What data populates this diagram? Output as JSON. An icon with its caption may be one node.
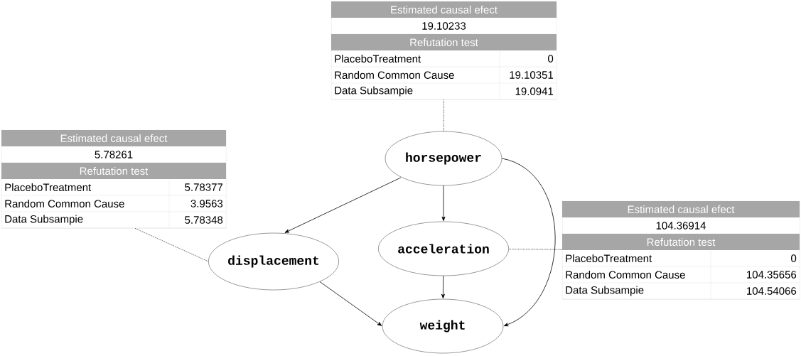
{
  "diagram": {
    "nodes": [
      {
        "text": [
          "Estimated causal efect",
          "19.10233",
          "Refutation test",
          "PlaceboTreatment",
          "0",
          "Random Common Cause",
          "19.10351",
          "Data Subsampie",
          "19.0941"
        ]
      },
      {
        "text": [
          "Estimated causal efect",
          "5.78261",
          "Refutation test",
          "PlaceboTreatment",
          "5.78377",
          "Random Common Cause",
          "3.9563",
          "Data Subsampie",
          "5.78348"
        ]
      },
      {
        "text": [
          "horsepower"
        ]
      },
      {
        "text": [
          "acceleration"
        ]
      },
      {
        "text": [
          "displacement"
        ]
      },
      {
        "text": [
          "weight"
        ]
      },
      {
        "text": [
          "Estimated causal efect",
          "104.36914",
          "Refutation test",
          "PlaceboTreatment",
          "0",
          "Random Common Cause",
          "104.35656",
          "Data Subsampie",
          "104.54066"
        ]
      }
    ],
    "edges": [
      {
        "from": 2,
        "to": 4,
        "arrow": "to"
      },
      {
        "from": 2,
        "to": 3,
        "arrow": "to"
      },
      {
        "from": 2,
        "to": 5,
        "arrow": "to"
      },
      {
        "from": 3,
        "to": 5,
        "arrow": "to"
      },
      {
        "from": 4,
        "to": 5,
        "arrow": "to"
      },
      {
        "from": 0,
        "to": 2,
        "arrow": "none",
        "style": "dashed"
      },
      {
        "from": 1,
        "to": 4,
        "arrow": "none",
        "style": "dashed"
      },
      {
        "from": 6,
        "to": 3,
        "arrow": "none",
        "style": "dashed"
      }
    ]
  }
}
